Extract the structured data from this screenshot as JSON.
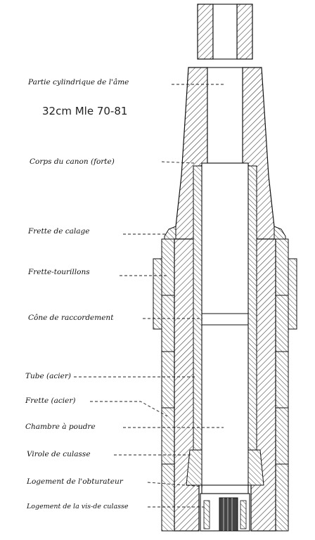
{
  "header_note": "32cm Mle 70-81",
  "labels": [
    {
      "id": "partie-cylindrique",
      "text": "Partie cylindrique de l'âme"
    },
    {
      "id": "corps-canon",
      "text": "Corps du canon (forte)"
    },
    {
      "id": "frette-calage",
      "text": "Frette de calage"
    },
    {
      "id": "frette-tourillons",
      "text": "Frette-tourillons"
    },
    {
      "id": "cone-raccordement",
      "text": "Cône de raccordement"
    },
    {
      "id": "tube-acier",
      "text": "Tube (acier)"
    },
    {
      "id": "frette-acier",
      "text": "Frette (acier)"
    },
    {
      "id": "chambre-poudre",
      "text": "Chambre à poudre"
    },
    {
      "id": "virole-culasse",
      "text": "Virole de culasse"
    },
    {
      "id": "logement-obturateur",
      "text": "Logement de l'obturateur"
    },
    {
      "id": "logement-vis",
      "text": "Logement de la vis-de culasse"
    }
  ]
}
